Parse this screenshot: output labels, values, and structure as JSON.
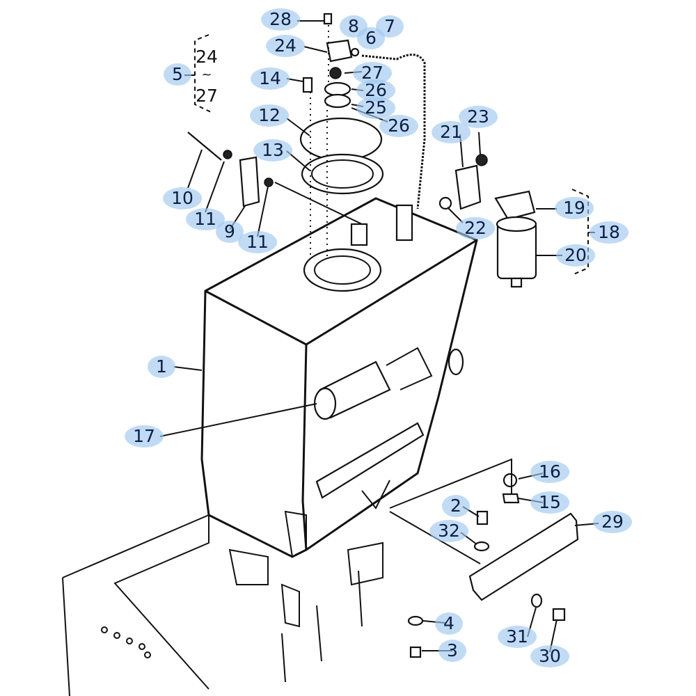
{
  "diagram": {
    "type": "exploded-parts-diagram",
    "subject": "Hydraulic tank assembly",
    "highlight_color": "#a8cdf2",
    "label_color": "#0b1f44",
    "callouts": [
      {
        "id": "1",
        "text": "1"
      },
      {
        "id": "2",
        "text": "2"
      },
      {
        "id": "3",
        "text": "3"
      },
      {
        "id": "4",
        "text": "4"
      },
      {
        "id": "5",
        "text": "5"
      },
      {
        "id": "6",
        "text": "6"
      },
      {
        "id": "7",
        "text": "7"
      },
      {
        "id": "8",
        "text": "8"
      },
      {
        "id": "9",
        "text": "9"
      },
      {
        "id": "10",
        "text": "10"
      },
      {
        "id": "11a",
        "text": "11"
      },
      {
        "id": "11b",
        "text": "11"
      },
      {
        "id": "12",
        "text": "12"
      },
      {
        "id": "13",
        "text": "13"
      },
      {
        "id": "14",
        "text": "14"
      },
      {
        "id": "15",
        "text": "15"
      },
      {
        "id": "16",
        "text": "16"
      },
      {
        "id": "17",
        "text": "17"
      },
      {
        "id": "18",
        "text": "18"
      },
      {
        "id": "19",
        "text": "19"
      },
      {
        "id": "20",
        "text": "20"
      },
      {
        "id": "21",
        "text": "21"
      },
      {
        "id": "22",
        "text": "22"
      },
      {
        "id": "23",
        "text": "23"
      },
      {
        "id": "24",
        "text": "24"
      },
      {
        "id": "25",
        "text": "25"
      },
      {
        "id": "26a",
        "text": "26"
      },
      {
        "id": "26b",
        "text": "26"
      },
      {
        "id": "27",
        "text": "27"
      },
      {
        "id": "28",
        "text": "28"
      },
      {
        "id": "29",
        "text": "29"
      },
      {
        "id": "30",
        "text": "30"
      },
      {
        "id": "31",
        "text": "31"
      },
      {
        "id": "32",
        "text": "32"
      }
    ],
    "bracket_group": {
      "from": "24",
      "separator": "~",
      "to": "27",
      "parent": "5"
    }
  }
}
